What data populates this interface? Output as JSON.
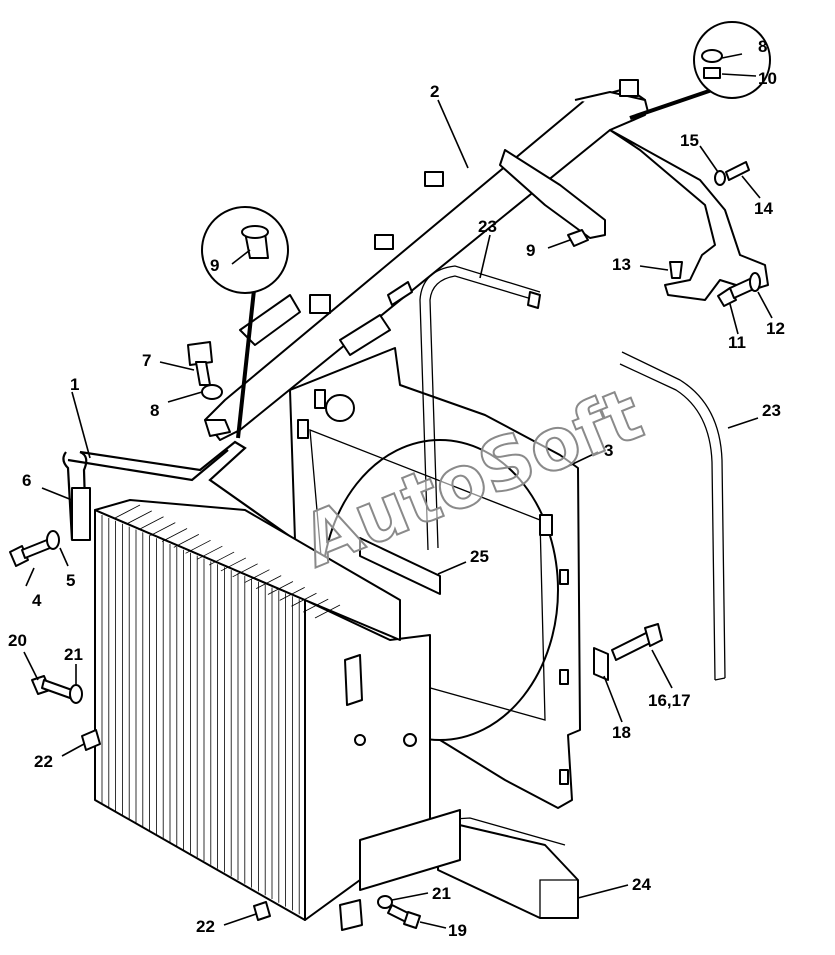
{
  "watermark": "AutoSoft",
  "callouts": [
    {
      "id": "c1",
      "text": "1"
    },
    {
      "id": "c2",
      "text": "2"
    },
    {
      "id": "c3",
      "text": "3"
    },
    {
      "id": "c4",
      "text": "4"
    },
    {
      "id": "c5",
      "text": "5"
    },
    {
      "id": "c6",
      "text": "6"
    },
    {
      "id": "c7",
      "text": "7"
    },
    {
      "id": "c8a",
      "text": "8"
    },
    {
      "id": "c8b",
      "text": "8"
    },
    {
      "id": "c9a",
      "text": "9"
    },
    {
      "id": "c9b",
      "text": "9"
    },
    {
      "id": "c10",
      "text": "10"
    },
    {
      "id": "c11",
      "text": "11"
    },
    {
      "id": "c12",
      "text": "12"
    },
    {
      "id": "c13",
      "text": "13"
    },
    {
      "id": "c14",
      "text": "14"
    },
    {
      "id": "c15",
      "text": "15"
    },
    {
      "id": "c16",
      "text": "16,17"
    },
    {
      "id": "c18",
      "text": "18"
    },
    {
      "id": "c19",
      "text": "19"
    },
    {
      "id": "c20",
      "text": "20"
    },
    {
      "id": "c21a",
      "text": "21"
    },
    {
      "id": "c21b",
      "text": "21"
    },
    {
      "id": "c22a",
      "text": "22"
    },
    {
      "id": "c22b",
      "text": "22"
    },
    {
      "id": "c23a",
      "text": "23"
    },
    {
      "id": "c23b",
      "text": "23"
    },
    {
      "id": "c24",
      "text": "24"
    },
    {
      "id": "c25",
      "text": "25"
    }
  ]
}
